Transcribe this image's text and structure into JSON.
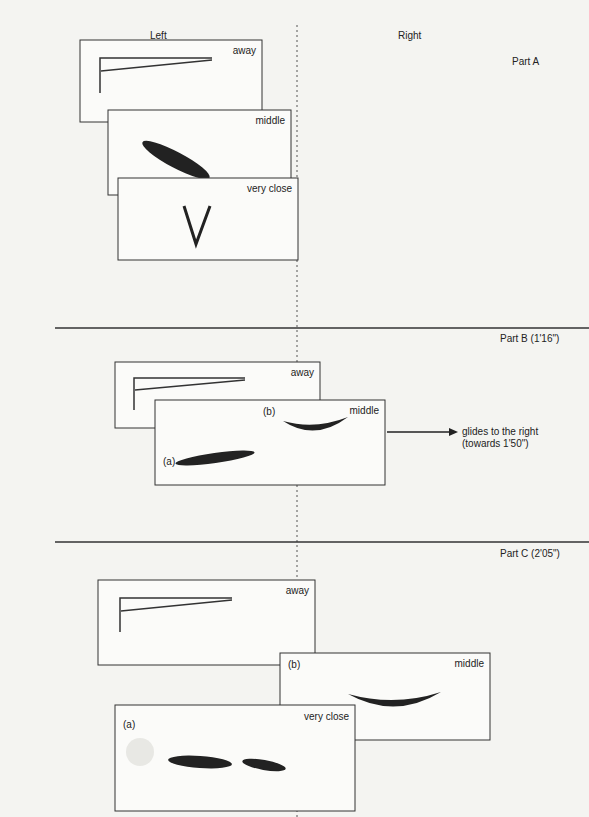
{
  "diagram": {
    "nodes": [
      {
        "text": [
          "away"
        ]
      },
      {
        "text": [
          "middle"
        ]
      },
      {
        "text": [
          "very close"
        ]
      },
      {
        "text": [
          "away"
        ]
      },
      {
        "text": [
          "(b)",
          "middle",
          "(a)"
        ]
      },
      {
        "text": [
          "away"
        ]
      },
      {
        "text": [
          "(b)",
          "middle"
        ]
      },
      {
        "text": [
          "very close",
          "(a)"
        ]
      }
    ],
    "labels": [
      "Left",
      "Right",
      "Part A",
      "Part B (1'16\")",
      "glides to the right (towards 1'50\")",
      "Part C (2'05\")"
    ]
  }
}
